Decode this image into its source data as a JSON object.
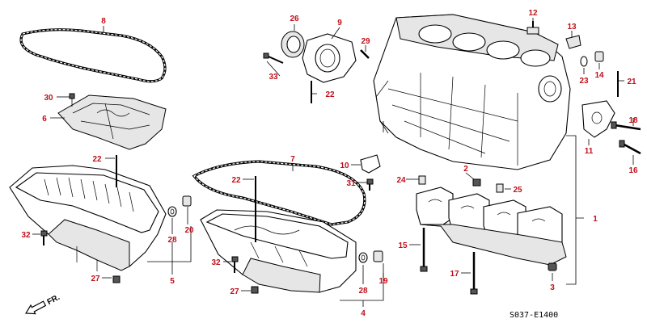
{
  "diagram": {
    "code": "S037-E1400",
    "direction_label": "FR.",
    "callouts": {
      "c1": "1",
      "c2": "2",
      "c3": "3",
      "c4": "4",
      "c5": "5",
      "c6": "6",
      "c7": "7",
      "c8": "8",
      "c9": "9",
      "c10": "10",
      "c11": "11",
      "c12": "12",
      "c13": "13",
      "c14": "14",
      "c15": "15",
      "c16": "16",
      "c17": "17",
      "c18": "18",
      "c19": "19",
      "c20": "20",
      "c21": "21",
      "c22a": "22",
      "c22b": "22",
      "c22c": "22",
      "c23": "23",
      "c24": "24",
      "c25": "25",
      "c26": "26",
      "c27a": "27",
      "c27b": "27",
      "c28a": "28",
      "c28b": "28",
      "c29": "29",
      "c30": "30",
      "c31": "31",
      "c32a": "32",
      "c32b": "32",
      "c33": "33"
    },
    "colors": {
      "callout": "#c0101a",
      "line": "#000000"
    }
  }
}
